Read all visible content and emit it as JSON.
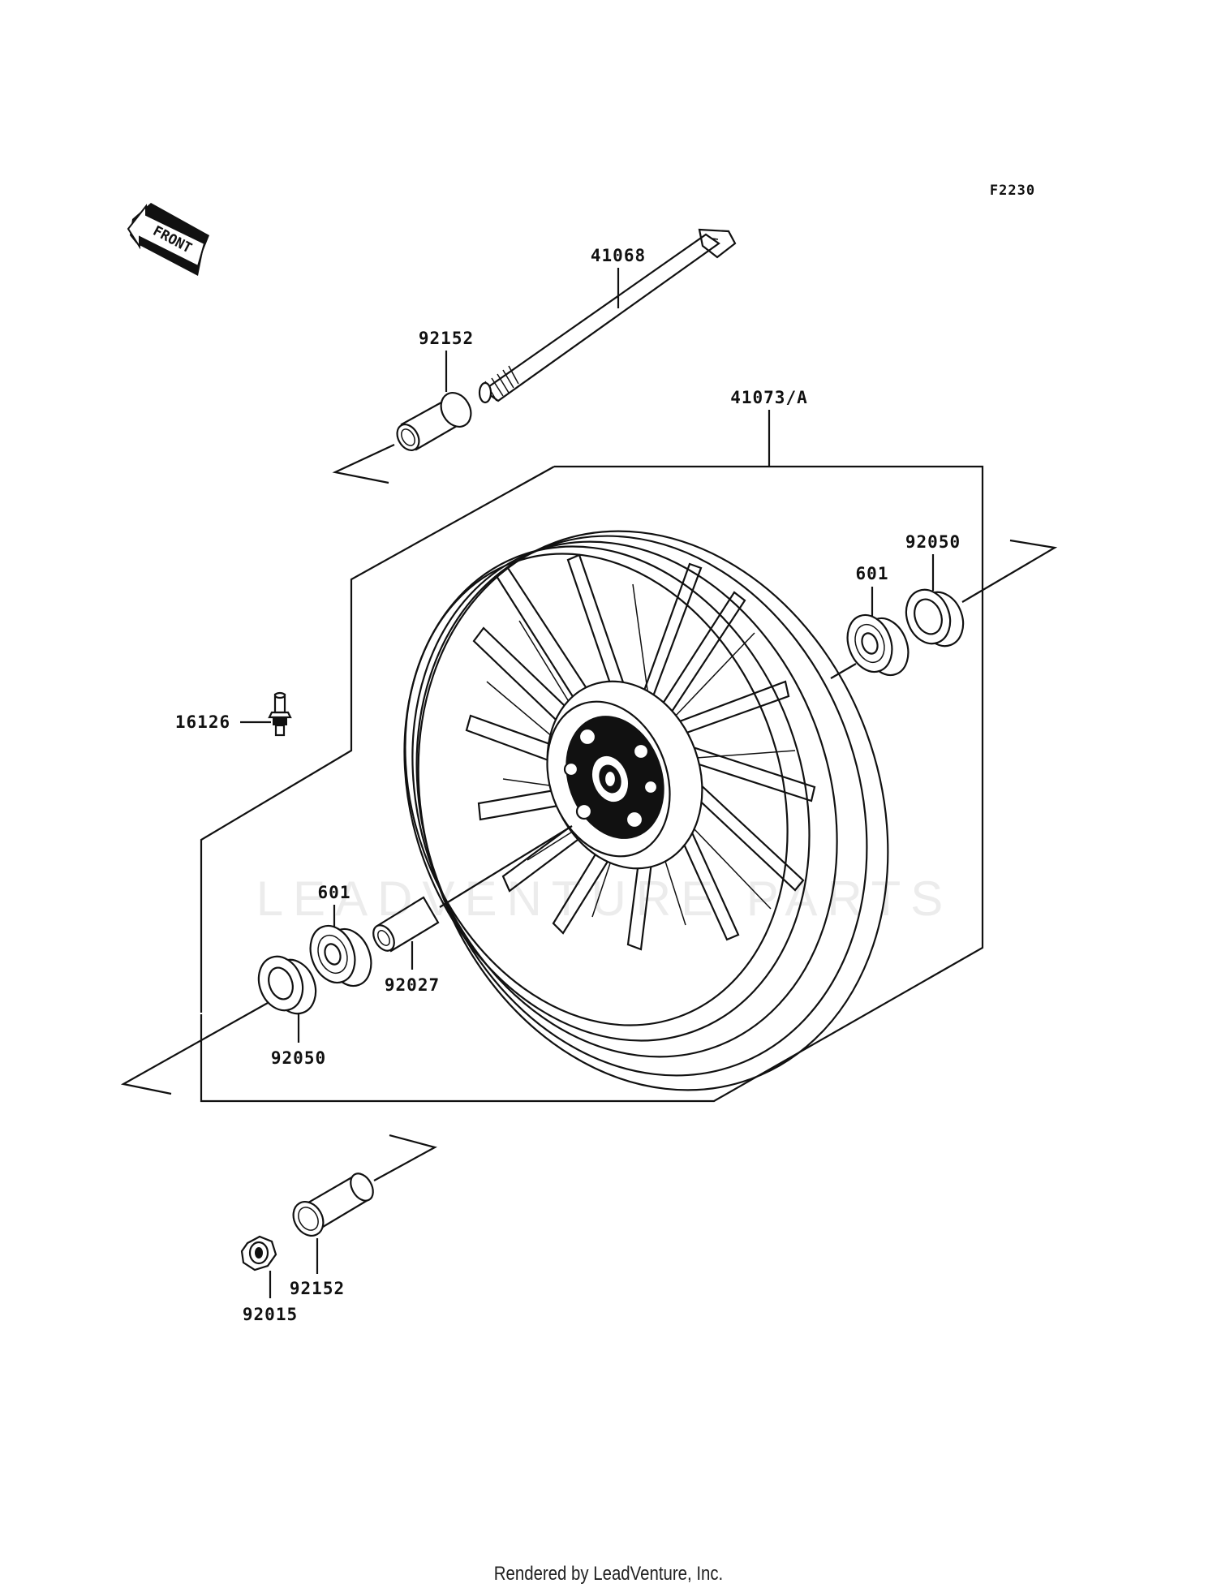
{
  "figure_code": "F2230",
  "direction_badge": "FRONT",
  "watermark": "LEADVENTURE PARTS",
  "part_labels": {
    "axle": "41068",
    "collar_top": "92152",
    "wheel": "41073/A",
    "seal_right": "92050",
    "bearing_right": "601",
    "valve": "16126",
    "bearing_left": "601",
    "spacer": "92027",
    "seal_left": "92050",
    "collar_bottom": "92152",
    "nut": "92015"
  },
  "footer": "Rendered by LeadVenture, Inc."
}
